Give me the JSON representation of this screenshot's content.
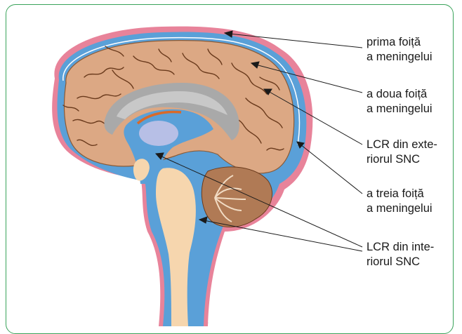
{
  "labels": [
    {
      "line1": "prima foiță",
      "line2": "a meningelui"
    },
    {
      "line1": "a doua foiță",
      "line2": "a meningelui"
    },
    {
      "line1": "LCR din exte-",
      "line2": "riorul SNC"
    },
    {
      "line1": "a treia foiță",
      "line2": "a meningelui"
    },
    {
      "line1": "LCR din inte-",
      "line2": "riorul SNC"
    }
  ],
  "colors": {
    "frame": "#3aa35a",
    "dura": "#e8839a",
    "csf": "#5aa0d8",
    "cortex": "#dca884",
    "sulci": "#6a3a1c",
    "white_matter": "#a9a9a9",
    "cerebellum": "#b07a55",
    "brainstem": "#f6d6ae"
  }
}
